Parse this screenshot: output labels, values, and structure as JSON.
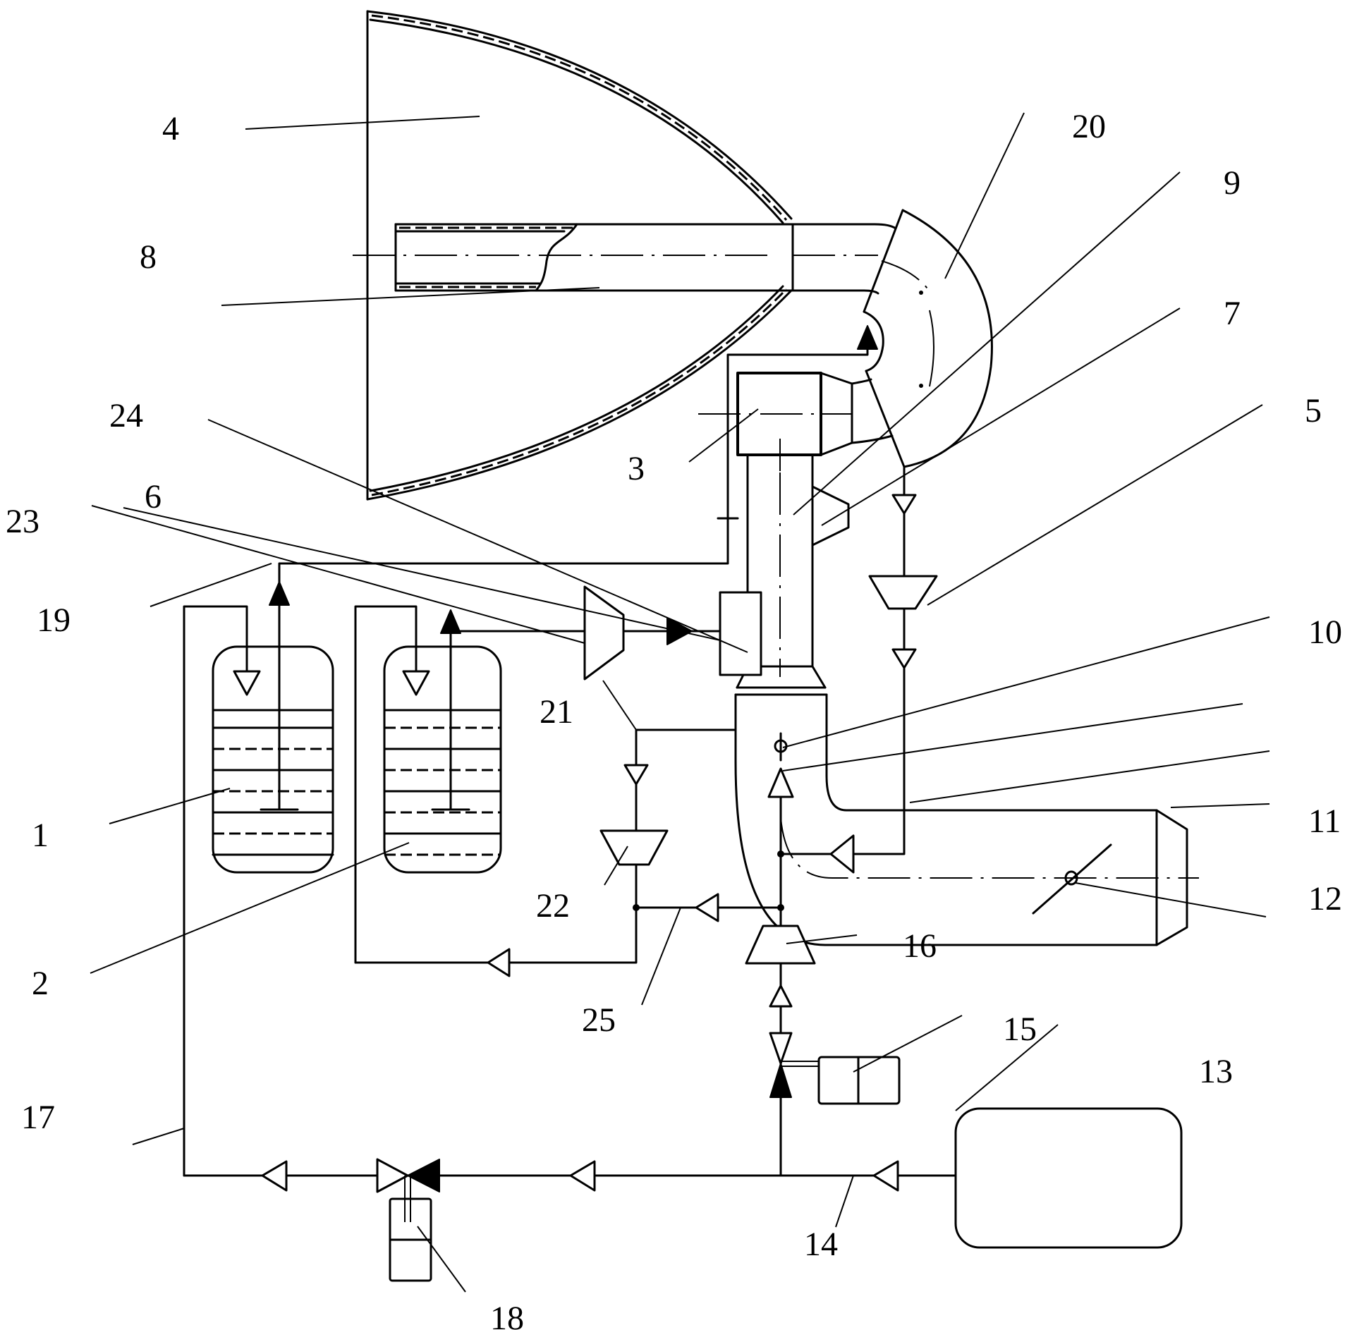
{
  "figure": {
    "type": "patent-schematic",
    "description": "Piping and instrumentation schematic with horn-shaped reflector, elbow ducts, pumps, valves and tanks",
    "colors": {
      "line": "#000000",
      "background": "#ffffff"
    }
  },
  "labels": [
    {
      "id": "1",
      "text": "1"
    },
    {
      "id": "2",
      "text": "2"
    },
    {
      "id": "3",
      "text": "3"
    },
    {
      "id": "4",
      "text": "4"
    },
    {
      "id": "5",
      "text": "5"
    },
    {
      "id": "6",
      "text": "6"
    },
    {
      "id": "7",
      "text": "7"
    },
    {
      "id": "8",
      "text": "8"
    },
    {
      "id": "9",
      "text": "9"
    },
    {
      "id": "10",
      "text": "10"
    },
    {
      "id": "11",
      "text": "11"
    },
    {
      "id": "12",
      "text": "12"
    },
    {
      "id": "13",
      "text": "13"
    },
    {
      "id": "14",
      "text": "14"
    },
    {
      "id": "15",
      "text": "15"
    },
    {
      "id": "16",
      "text": "16"
    },
    {
      "id": "17",
      "text": "17"
    },
    {
      "id": "18",
      "text": "18"
    },
    {
      "id": "19",
      "text": "19"
    },
    {
      "id": "20",
      "text": "20"
    },
    {
      "id": "21",
      "text": "21"
    },
    {
      "id": "22",
      "text": "22"
    },
    {
      "id": "23",
      "text": "23"
    },
    {
      "id": "24",
      "text": "24"
    },
    {
      "id": "25",
      "text": "25"
    }
  ],
  "components": {
    "tank_1": "liquid-tank-icon",
    "tank_2": "liquid-tank-icon",
    "box_3": "fan-housing",
    "horn_4": "horn-reflector",
    "pump_5": "pump-icon",
    "pump_6": "pump-icon",
    "block_7": "side-block",
    "pipe_8": "inner-pipe",
    "column_9": "vertical-duct",
    "sensor_10": "sensor-icon",
    "nozzle_11": "nozzle",
    "damper_12": "damper-icon",
    "tank_13": "storage-tank",
    "line_14": "supply-line",
    "valve_15": "actuated-valve-icon",
    "pump_16": "pump-icon",
    "line_17": "return-line",
    "valve_18": "actuated-valve-icon",
    "line_19": "feed-line",
    "elbow_20": "elbow-duct",
    "line_21": "branch-line",
    "pump_22": "pump-icon",
    "line_23": "feed-line",
    "box_24": "injector-box",
    "line_25": "branch-line"
  }
}
